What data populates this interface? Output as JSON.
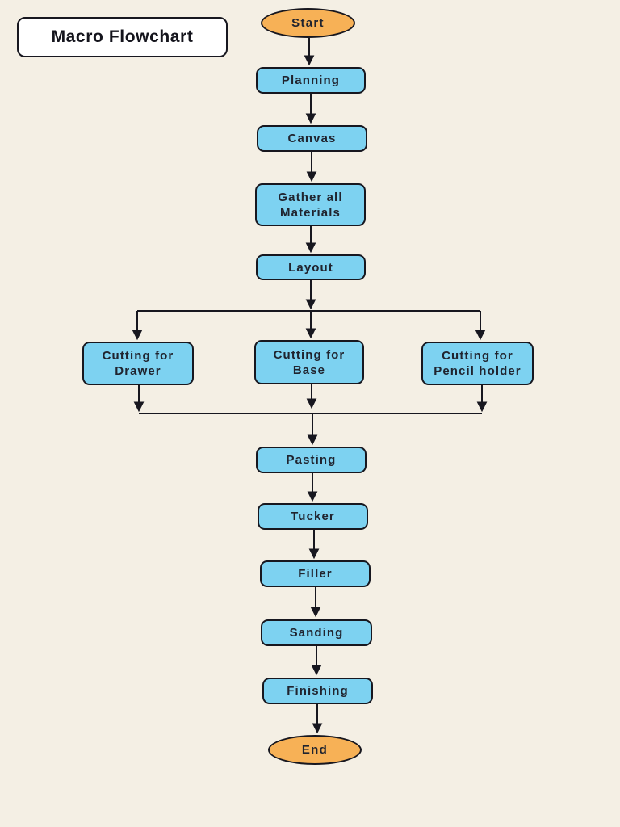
{
  "page": {
    "title": "Macro Flowchart"
  },
  "flowchart": {
    "nodes": [
      {
        "id": "start",
        "label": "Start",
        "type": "terminal"
      },
      {
        "id": "planning",
        "label": "Planning",
        "type": "process"
      },
      {
        "id": "canvas",
        "label": "Canvas",
        "type": "process"
      },
      {
        "id": "gather-materials",
        "label": "Gather all Materials",
        "type": "process"
      },
      {
        "id": "layout",
        "label": "Layout",
        "type": "process"
      },
      {
        "id": "cutting-drawer",
        "label": "Cutting for Drawer",
        "type": "process"
      },
      {
        "id": "cutting-base",
        "label": "Cutting for Base",
        "type": "process"
      },
      {
        "id": "cutting-pencil-holder",
        "label": "Cutting for Pencil holder",
        "type": "process"
      },
      {
        "id": "pasting",
        "label": "Pasting",
        "type": "process"
      },
      {
        "id": "tucker",
        "label": "Tucker",
        "type": "process"
      },
      {
        "id": "filler",
        "label": "Filler",
        "type": "process"
      },
      {
        "id": "sanding",
        "label": "Sanding",
        "type": "process"
      },
      {
        "id": "finishing",
        "label": "Finishing",
        "type": "process"
      },
      {
        "id": "end",
        "label": "End",
        "type": "terminal"
      }
    ],
    "edges": [
      {
        "from": "start",
        "to": "planning"
      },
      {
        "from": "planning",
        "to": "canvas"
      },
      {
        "from": "canvas",
        "to": "gather-materials"
      },
      {
        "from": "gather-materials",
        "to": "layout"
      },
      {
        "from": "layout",
        "to": "cutting-drawer"
      },
      {
        "from": "layout",
        "to": "cutting-base"
      },
      {
        "from": "layout",
        "to": "cutting-pencil-holder"
      },
      {
        "from": "cutting-drawer",
        "to": "pasting"
      },
      {
        "from": "cutting-base",
        "to": "pasting"
      },
      {
        "from": "cutting-pencil-holder",
        "to": "pasting"
      },
      {
        "from": "pasting",
        "to": "tucker"
      },
      {
        "from": "tucker",
        "to": "filler"
      },
      {
        "from": "filler",
        "to": "sanding"
      },
      {
        "from": "sanding",
        "to": "finishing"
      },
      {
        "from": "finishing",
        "to": "end"
      }
    ],
    "colors": {
      "background": "#f4efe4",
      "process_fill": "#7dd2f1",
      "terminal_fill": "#f7b156",
      "outline": "#17171f",
      "title_fill": "#ffffff",
      "text": "#20242f"
    }
  }
}
